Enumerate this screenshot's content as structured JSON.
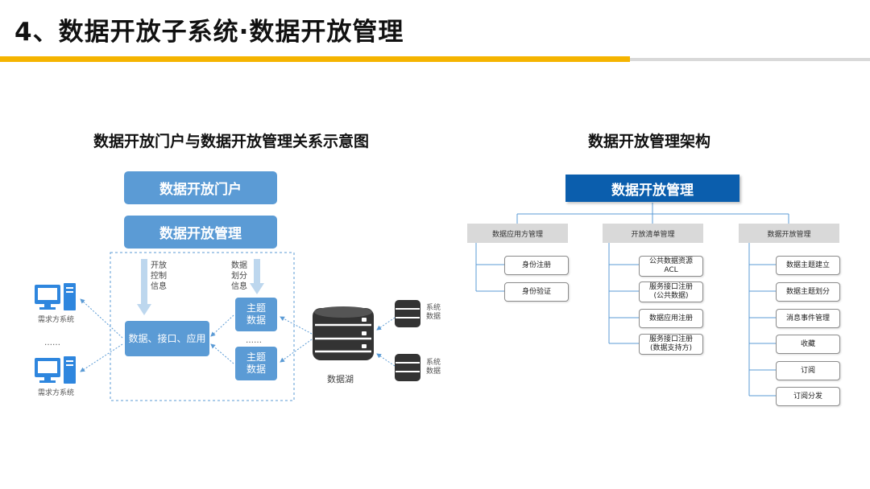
{
  "page": {
    "title": "4、数据开放子系统·数据开放管理",
    "accent_color": "#f5b400",
    "box_color": "#5b9bd5",
    "root_color": "#0b5ead"
  },
  "left": {
    "title": "数据开放门户与数据开放管理关系示意图",
    "portal": "数据开放门户",
    "mgmt": "数据开放管理",
    "note1": [
      "开放",
      "控制",
      "信息"
    ],
    "note2": [
      "数据",
      "划分",
      "信息"
    ],
    "center": "数据、接口、应用",
    "topic1": [
      "主题",
      "数据"
    ],
    "topic2": [
      "主题",
      "数据"
    ],
    "mid_ellipsis": "……",
    "left_ellipsis": "……",
    "consumer1": "需求方系统",
    "consumer2": "需求方系统",
    "lake": "数据湖",
    "sys1": [
      "系统",
      "数据"
    ],
    "sys2": [
      "系统",
      "数据"
    ]
  },
  "right": {
    "title": "数据开放管理架构",
    "root": "数据开放管理",
    "groups": [
      {
        "label": "数据应用方管理",
        "items": [
          [
            "身份注册"
          ],
          [
            "身份验证"
          ]
        ]
      },
      {
        "label": "开放清单管理",
        "items": [
          [
            "公共数据资源",
            "ACL"
          ],
          [
            "服务接口注册",
            "(公共数据)"
          ],
          [
            "数据应用注册"
          ],
          [
            "服务接口注册",
            "(数据支持方)"
          ]
        ]
      },
      {
        "label": "数据开放管理",
        "items": [
          [
            "数据主题建立"
          ],
          [
            "数据主题划分"
          ],
          [
            "消息事件管理"
          ],
          [
            "收藏"
          ],
          [
            "订阅"
          ],
          [
            "订阅分发"
          ]
        ]
      }
    ]
  }
}
